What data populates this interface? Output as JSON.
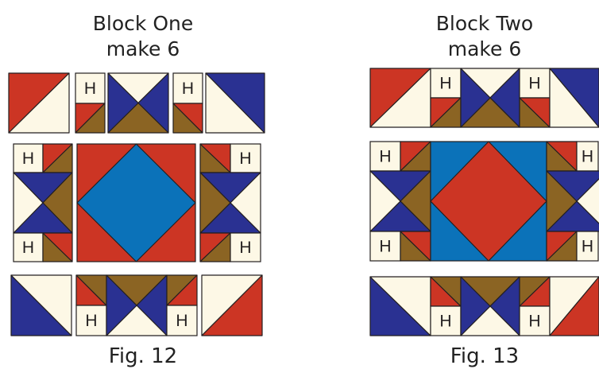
{
  "colors": {
    "red": "#cc3524",
    "navy": "#2a3192",
    "brown": "#8b6423",
    "cream": "#fdf8e6",
    "blue": "#0b72b9",
    "outline": "#231f20"
  },
  "block_one": {
    "title": "Block One",
    "subtitle": "make 6",
    "figure": "Fig. 12",
    "unit_marker": "H"
  },
  "block_two": {
    "title": "Block Two",
    "subtitle": "make 6",
    "figure": "Fig. 13",
    "unit_marker": "H"
  }
}
